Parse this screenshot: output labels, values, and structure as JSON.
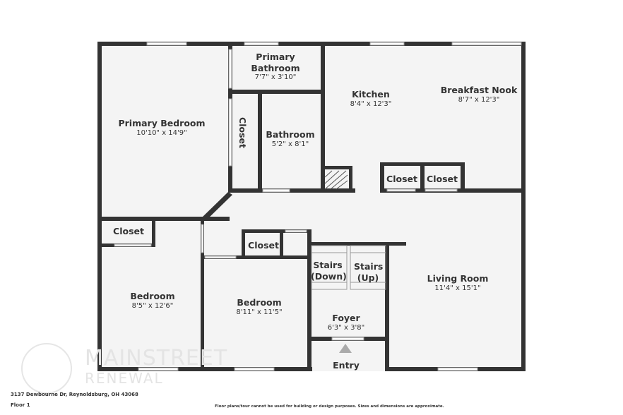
{
  "rooms": [
    {
      "name": "Primary Bedroom",
      "dims": "10'10\" x 14'9\""
    },
    {
      "name": "Primary Bathroom",
      "dims": "7'7\" x 3'10\""
    },
    {
      "name": "Closet",
      "dims": ""
    },
    {
      "name": "Bathroom",
      "dims": "5'2\" x 8'1\""
    },
    {
      "name": "Kitchen",
      "dims": "8'4\" x 12'3\""
    },
    {
      "name": "Breakfast Nook",
      "dims": "8'7\" x 12'3\""
    },
    {
      "name": "Closet",
      "dims": ""
    },
    {
      "name": "Closet",
      "dims": ""
    },
    {
      "name": "Closet",
      "dims": ""
    },
    {
      "name": "Closet",
      "dims": ""
    },
    {
      "name": "Bedroom",
      "dims": "8'5\" x 12'6\""
    },
    {
      "name": "Bedroom",
      "dims": "8'11\" x 11'5\""
    },
    {
      "name": "Stairs (Down)",
      "dims": ""
    },
    {
      "name": "Stairs (Up)",
      "dims": ""
    },
    {
      "name": "Foyer",
      "dims": "6'3\" x 3'8\""
    },
    {
      "name": "Living Room",
      "dims": "11'4\" x 15'1\""
    }
  ],
  "entry_label": "Entry",
  "footer": {
    "address": "3137 Dewbourne Dr, Reynoldsburg, OH 43068",
    "floor": "Floor 1",
    "disclaimer": "Floor plans/tour cannot be used for building or design purposes. Sizes and dimensions are approximate."
  },
  "watermark": {
    "line1": "MAINSTREET",
    "line2": "RENEWAL"
  },
  "colors": {
    "wall": "#333333",
    "floor": "#f4f4f4"
  }
}
